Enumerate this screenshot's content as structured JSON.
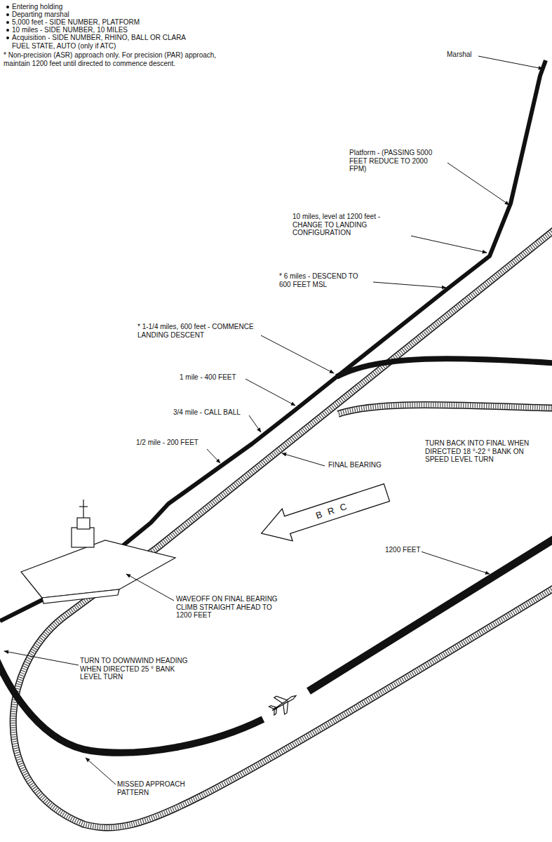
{
  "diagram": {
    "nodes": [
      {
        "text": [
          "BRC"
        ]
      }
    ],
    "labels": [
      "Entering holding",
      "Departing marshal",
      "5,000 feet - SIDE NUMBER, PLATFORM",
      "10 miles - SIDE NUMBER, 10 MILES",
      "Acquisition - SIDE NUMBER, RHINO, BALL OR CLARA FUEL STATE, AUTO (only if ATC)",
      "* Non-precision (ASR) approach only. For precision (PAR) approach, maintain 1200 feet until directed to commence descent.",
      "Marshal",
      "Platform - (PASSING 5000 FEET REDUCE TO 2000 FPM)",
      "10 miles, level at 1200 feet - CHANGE TO LANDING CONFIGURATION",
      "* 6 miles - DESCEND TO 600 FEET MSL",
      "* 1-1/4 miles, 600 feet - COMMENCE LANDING DESCENT",
      "1 mile - 400 FEET",
      "3/4 mile - CALL BALL",
      "1/2 mile - 200 FEET",
      "FINAL BEARING",
      "TURN BACK INTO FINAL WHEN DIRECTED 18 °-22 ° BANK ON SPEED LEVEL TURN",
      "1200 FEET",
      "WAVEOFF ON FINAL BEARING CLIMB STRAIGHT AHEAD TO 1200 FEET",
      "TURN TO DOWNWIND HEADING WHEN DIRECTED 25 ° BANK LEVEL TURN",
      "MISSED APPROACH PATTERN"
    ]
  }
}
